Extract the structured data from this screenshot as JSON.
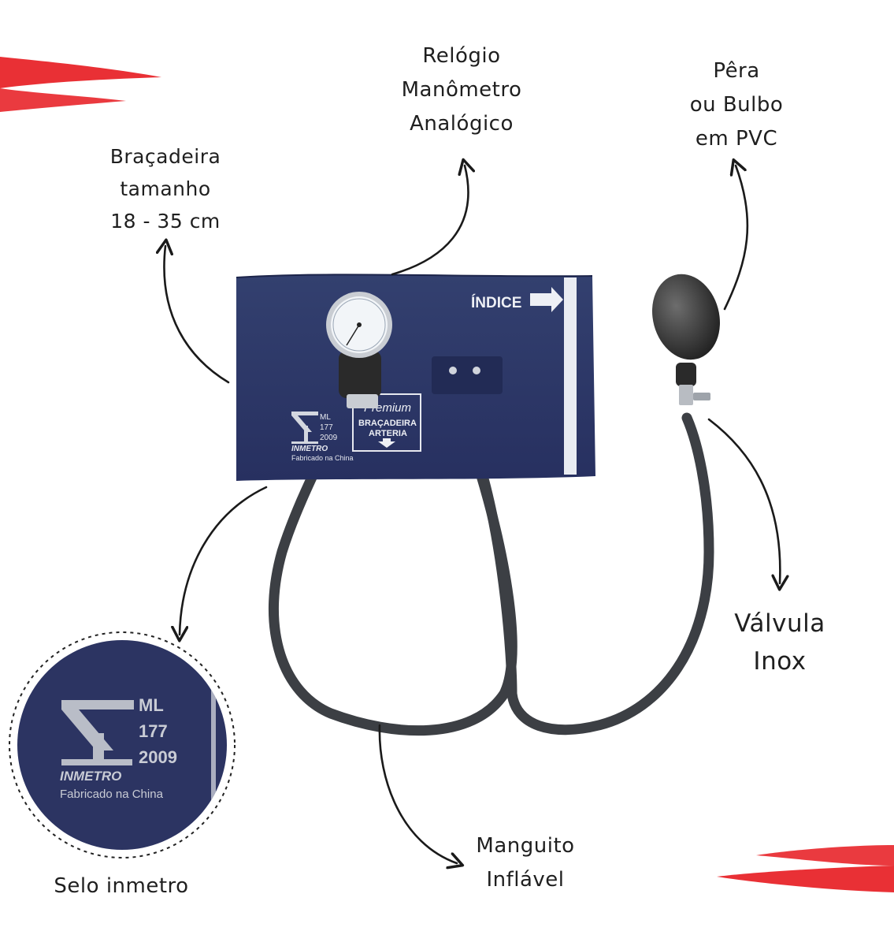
{
  "labels": {
    "bracadeira": [
      "Braçadeira",
      "tamanho",
      "18 - 35 cm"
    ],
    "relogio": [
      "Relógio",
      "Manômetro",
      "Analógico"
    ],
    "pera": [
      "Pêra",
      "ou Bulbo",
      "em PVC"
    ],
    "valvula": [
      "Válvula",
      "Inox"
    ],
    "manguito": [
      "Manguito",
      "Inflável"
    ],
    "selo": "Selo inmetro"
  },
  "cuff": {
    "indice": "ÍNDICE",
    "brand": "Premium",
    "bracadeira": "BRAÇADEIRA",
    "arteria": "ARTERIA",
    "inmetro": "INMETRO",
    "ml": "ML",
    "num": "177",
    "year": "2009",
    "fabricado": "Fabricado na China"
  },
  "seal": {
    "ml": "ML",
    "num": "177",
    "year": "2009",
    "inmetro": "INMETRO",
    "fabricado": "Fabricado na China"
  },
  "colors": {
    "cuff": "#2b3564",
    "accent_red": "#e8252a",
    "tube": "#3c3f44"
  }
}
